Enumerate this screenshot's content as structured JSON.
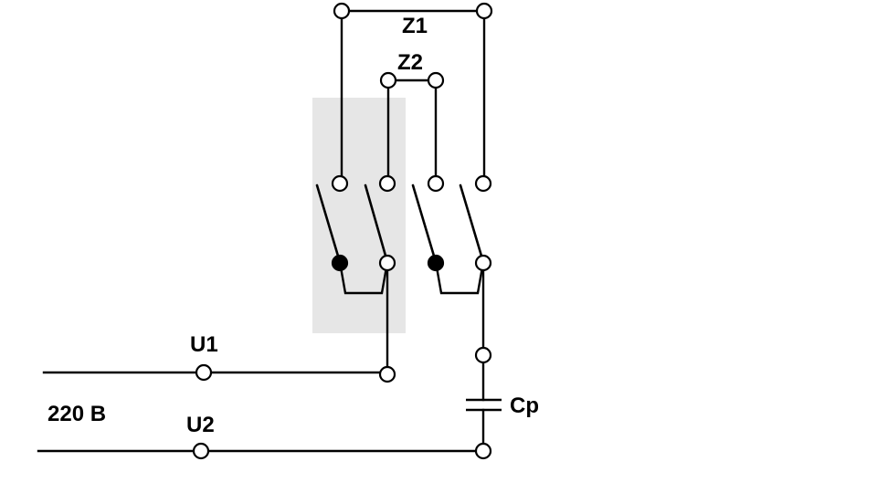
{
  "labels": {
    "z1": "Z1",
    "z2": "Z2",
    "u1": "U1",
    "u2": "U2",
    "voltage": "220 В",
    "capacitor": "Cp"
  },
  "colors": {
    "line": "#000000",
    "switch_highlight": "#e6e6e6",
    "background": "#ffffff"
  }
}
